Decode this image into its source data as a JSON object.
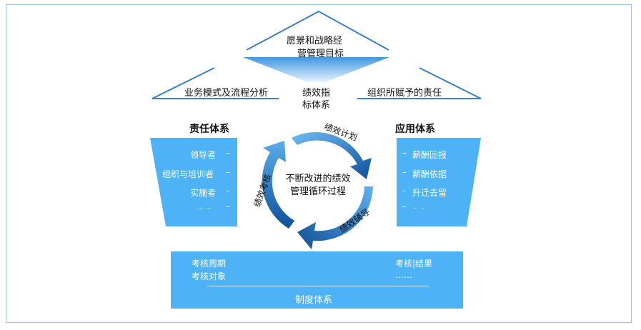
{
  "top": {
    "vision_line1": "愿景和战略经",
    "vision_line2": "营管理目标",
    "left_label": "业务模式及流程分析",
    "right_label": "组织所赋予的责任",
    "kpi_line1": "绩效指",
    "kpi_line2": "标体系"
  },
  "left_panel": {
    "title": "责任体系",
    "items": [
      "领导者",
      "组织与培训者",
      "实施者",
      "……"
    ]
  },
  "right_panel": {
    "title": "应用体系",
    "items": [
      "薪酬回报",
      "薪酬依据",
      "升迁去留",
      "……"
    ]
  },
  "cycle": {
    "center_line1": "不断改进的绩效",
    "center_line2": "管理循环过程",
    "stage_plan": "绩效计划",
    "stage_coach": "绩效辅导",
    "stage_review": "绩效考核"
  },
  "bottom": {
    "left_line1": "考核周期",
    "left_line2": "考核对象",
    "right_line1": "考核|结果",
    "right_line2": "……",
    "title": "制度体系"
  },
  "colors": {
    "panel": "#4eb3f6",
    "arrow_dark": "#1a5fa8",
    "arrow_light": "#3f8fd8",
    "roof_fill": "#5aaee8",
    "roof_line": "#3b7fc4"
  }
}
